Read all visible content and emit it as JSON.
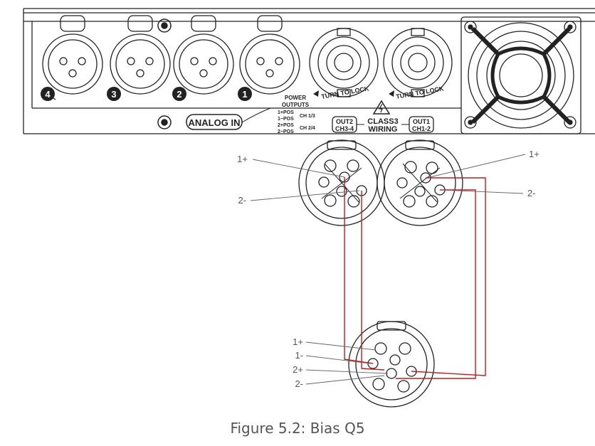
{
  "panel": {
    "inputs": [
      {
        "number": "4"
      },
      {
        "number": "3"
      },
      {
        "number": "2"
      },
      {
        "number": "1"
      }
    ],
    "analog_in_label": "ANALOG IN",
    "power_outputs_title_line1": "POWER",
    "power_outputs_title_line2": "OUTPUTS",
    "polarity_rows": [
      {
        "label": "1+POS"
      },
      {
        "label": "1−POS"
      },
      {
        "label": "2+POS"
      },
      {
        "label": "2−POS"
      }
    ],
    "ch_13": "CH 1/3",
    "ch_24": "CH 2/4",
    "turn_to_lock_left": "TURN TO LOCK",
    "turn_to_lock_right": "TURN TO LOCK",
    "out2_line1": "OUT2",
    "out2_line2": "CH3-4",
    "out1_line1": "OUT1",
    "out1_line2": "CH1-2",
    "class3_line1": "CLASS3",
    "class3_line2": "WIRING"
  },
  "wiring": {
    "left_labels": [
      "1+",
      "2-"
    ],
    "right_labels": [
      "1+",
      "2-"
    ],
    "bottom_labels": [
      "1+",
      "1-",
      "2+",
      "2-"
    ]
  },
  "colors": {
    "wire": "#b22222",
    "line": "#222222",
    "leader": "#666666"
  },
  "caption": "Figure 5.2: Bias Q5"
}
